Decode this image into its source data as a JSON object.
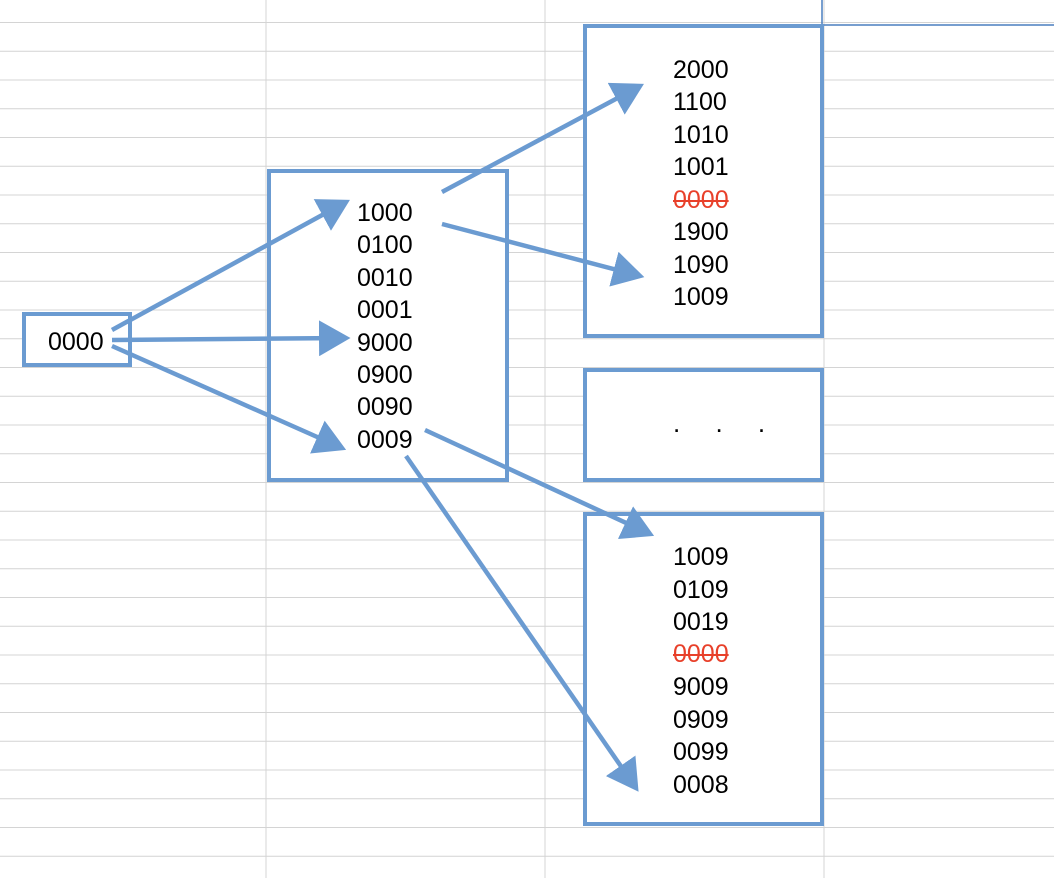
{
  "root": {
    "label": "0000"
  },
  "level1": {
    "items": [
      "1000",
      "0100",
      "0010",
      "0001",
      "9000",
      "0900",
      "0090",
      "0009"
    ]
  },
  "top_box": {
    "items": [
      "2000",
      "1100",
      "1010",
      "1001",
      "0000",
      "1900",
      "1090",
      "1009"
    ],
    "struck_index": 4
  },
  "middle_box": {
    "label": ". . ."
  },
  "bottom_box": {
    "items": [
      "1009",
      "0109",
      "0019",
      "0000",
      "9009",
      "0909",
      "0099",
      "0008"
    ],
    "struck_index": 3
  },
  "colors": {
    "box_border": "#6b9bd1",
    "arrow": "#6b9bd1",
    "struck_text": "#e8402a",
    "grid_line": "#d4d4d4"
  }
}
